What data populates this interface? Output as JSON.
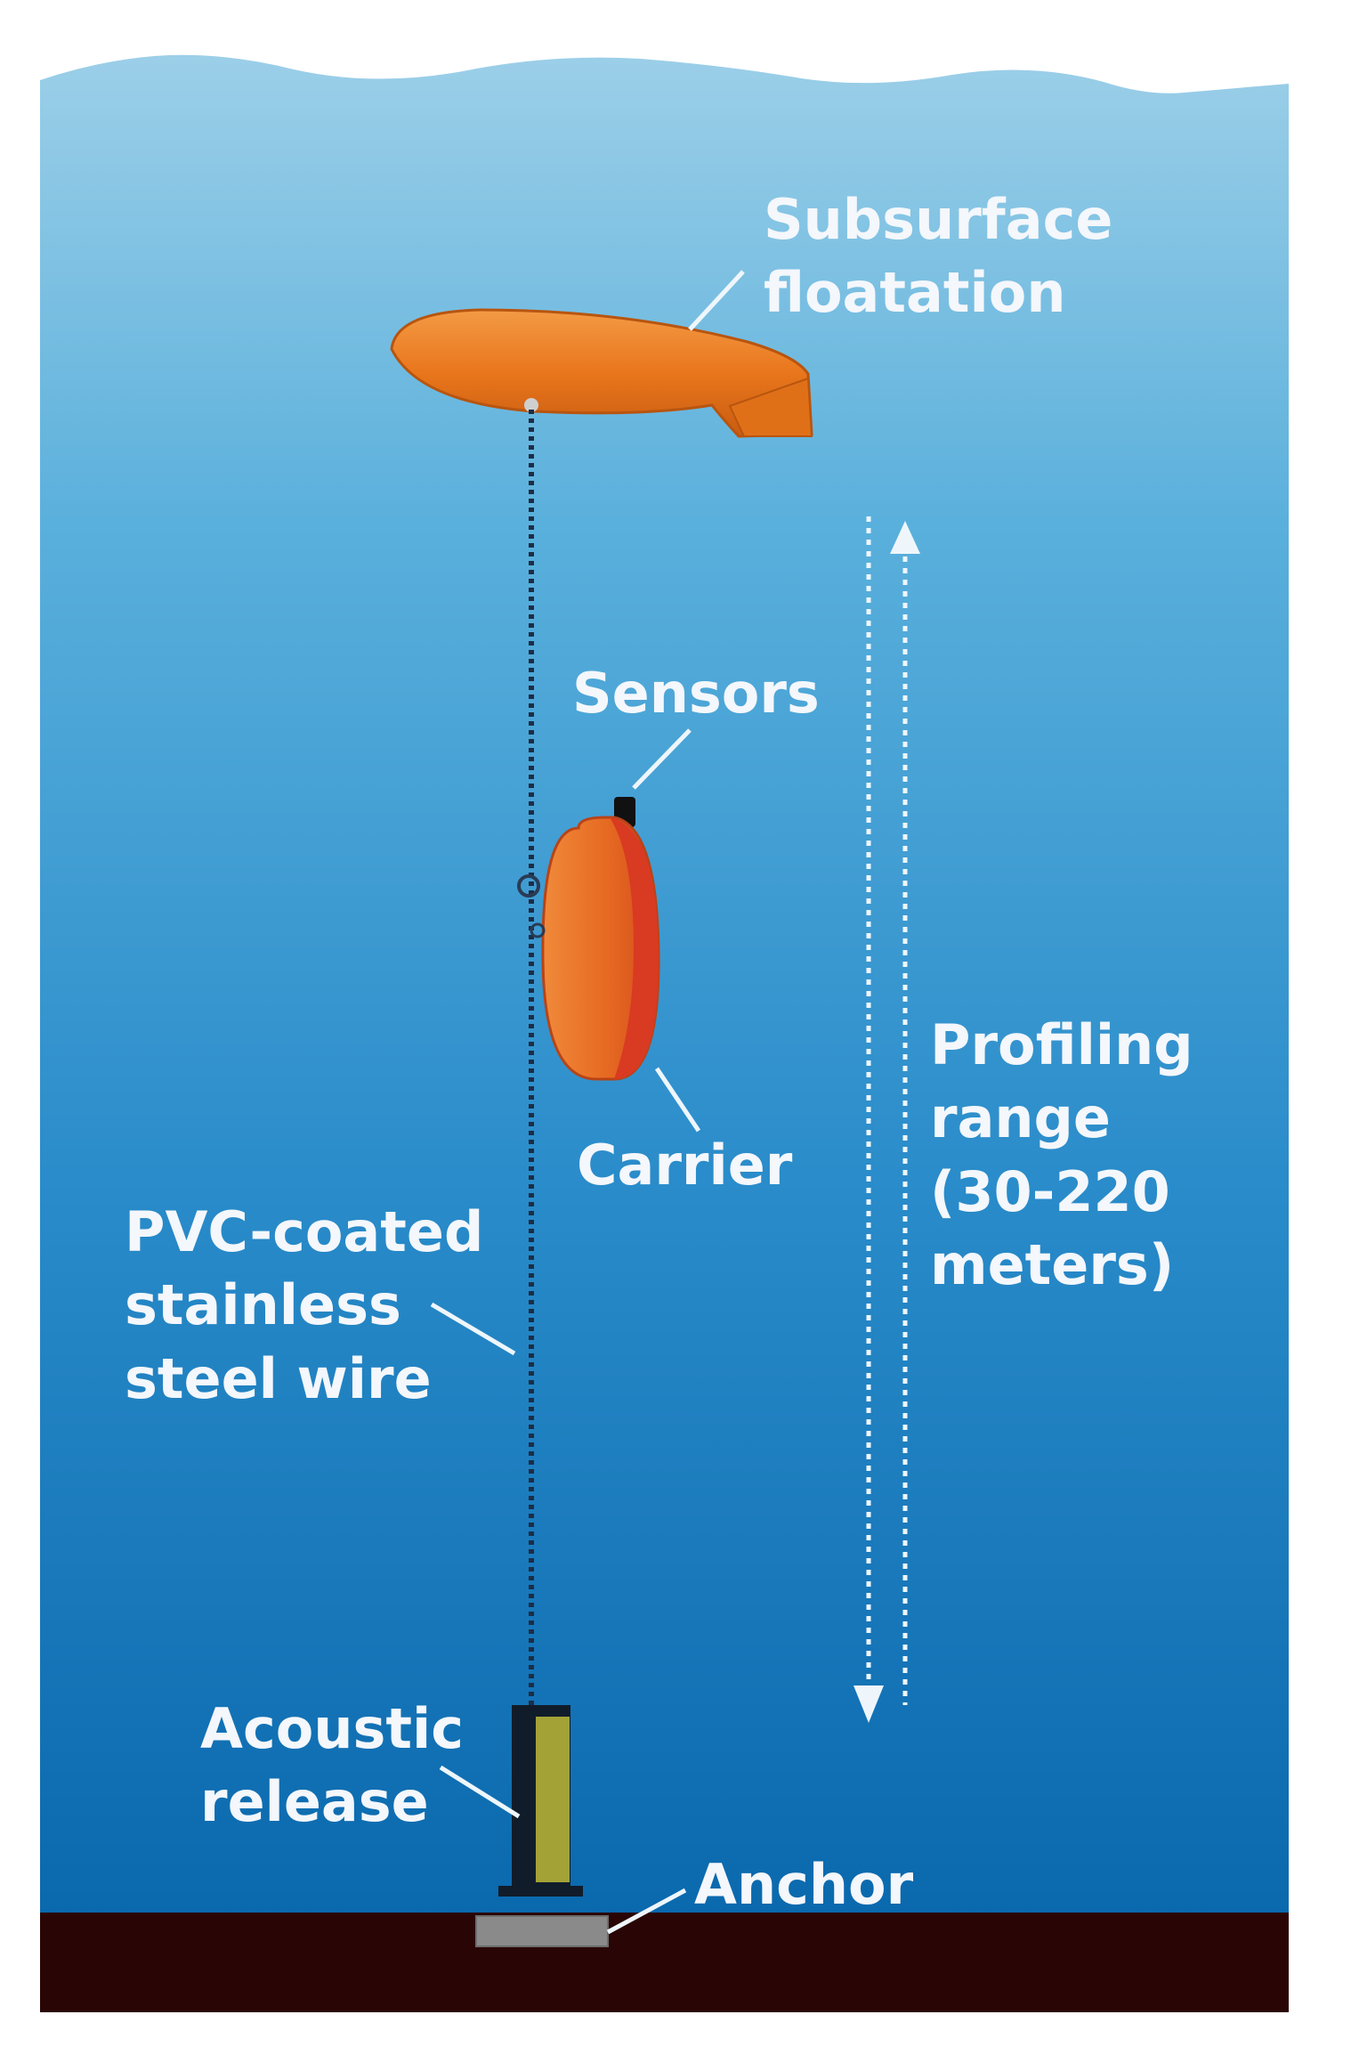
{
  "labels": {
    "subsurface_floatation": [
      "Subsurface",
      "floatation"
    ],
    "sensors": "Sensors",
    "carrier": "Carrier",
    "wire": [
      "PVC-coated",
      "stainless",
      "steel wire"
    ],
    "profiling_range": [
      "Profiling",
      "range",
      "(30-220",
      " meters)"
    ],
    "acoustic_release": [
      "Acoustic",
      "release"
    ],
    "anchor": "Anchor"
  },
  "colors": {
    "water_top": "#8ec6e4",
    "water_bottom": "#0a6bb0",
    "seafloor": "#2a0505",
    "float_orange": "#e9761c",
    "carrier_red": "#d93a22",
    "release_body": "#a3a236",
    "anchor_gray": "#8a8a8a",
    "label_white": "#f4f7fb"
  },
  "icons": {
    "profiling_arrow": "double-arrow-vertical-dotted"
  }
}
